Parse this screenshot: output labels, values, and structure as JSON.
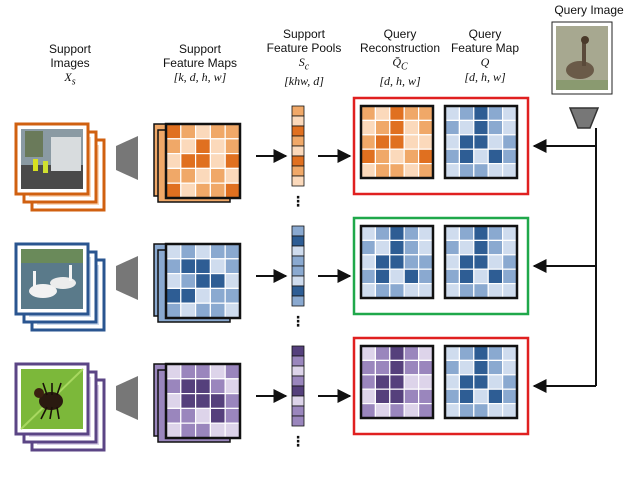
{
  "headers": {
    "support_images": {
      "line1": "Support",
      "line2": "Images",
      "math": "X",
      "math_sub": "s"
    },
    "support_maps": {
      "line1": "Support",
      "line2": "Feature Maps",
      "math": "[k, d, h, w]"
    },
    "feature_pools": {
      "line1": "Support",
      "line2": "Feature Pools",
      "math": "S",
      "math_sub": "c",
      "math2": "[khw, d]"
    },
    "query_recon": {
      "line1": "Query",
      "line2": "Reconstruction",
      "math": "Q̄",
      "math_sub": "C",
      "math2": "[d, h, w]"
    },
    "query_map": {
      "line1": "Query",
      "line2": "Feature Map",
      "math": "Q",
      "math2": "[d, h, w]"
    }
  },
  "query_image_label": "Query Image",
  "vertical_ellipsis": "⋮",
  "colors": {
    "orange_dark": "#e07020",
    "orange_mid": "#f0a868",
    "orange_light": "#fbd9bb",
    "blue_dark": "#2e5d94",
    "blue_mid": "#8aa9d0",
    "blue_light": "#cfdcee",
    "purple_dark": "#55407c",
    "purple_mid": "#9a86bd",
    "purple_light": "#ddd4ea",
    "match_border": "#1fa84a",
    "mismatch_border": "#e02020",
    "encoder": "#777777"
  },
  "rows": [
    {
      "class_name": "orange",
      "image_icon": "truck-workers-photo",
      "result": "mismatch",
      "support_map": [
        [
          0,
          1,
          2,
          1,
          1
        ],
        [
          1,
          2,
          0,
          2,
          1
        ],
        [
          2,
          0,
          0,
          2,
          0
        ],
        [
          1,
          1,
          2,
          1,
          2
        ],
        [
          0,
          2,
          1,
          1,
          0
        ]
      ],
      "pool": [
        1,
        2,
        0,
        1,
        2,
        0,
        1,
        2
      ],
      "recon": [
        [
          1,
          2,
          0,
          1,
          1
        ],
        [
          2,
          1,
          0,
          2,
          1
        ],
        [
          1,
          0,
          0,
          2,
          2
        ],
        [
          0,
          1,
          2,
          1,
          0
        ],
        [
          2,
          1,
          1,
          2,
          1
        ]
      ],
      "query_map": [
        [
          2,
          1,
          0,
          1,
          2
        ],
        [
          1,
          2,
          0,
          1,
          2
        ],
        [
          2,
          0,
          0,
          2,
          1
        ],
        [
          1,
          0,
          2,
          0,
          1
        ],
        [
          2,
          1,
          1,
          2,
          2
        ]
      ]
    },
    {
      "class_name": "blue",
      "image_icon": "geese-photo",
      "result": "match",
      "support_map": [
        [
          2,
          1,
          2,
          1,
          1
        ],
        [
          1,
          0,
          0,
          2,
          1
        ],
        [
          2,
          1,
          0,
          0,
          2
        ],
        [
          0,
          0,
          2,
          1,
          1
        ],
        [
          1,
          2,
          1,
          1,
          2
        ]
      ],
      "pool": [
        1,
        0,
        2,
        1,
        1,
        2,
        0,
        1
      ],
      "recon": [
        [
          2,
          1,
          0,
          1,
          2
        ],
        [
          1,
          2,
          0,
          1,
          2
        ],
        [
          2,
          0,
          0,
          1,
          1
        ],
        [
          1,
          0,
          2,
          0,
          1
        ],
        [
          2,
          1,
          1,
          2,
          2
        ]
      ],
      "query_map": [
        [
          2,
          1,
          0,
          1,
          2
        ],
        [
          1,
          2,
          0,
          1,
          2
        ],
        [
          2,
          0,
          0,
          2,
          1
        ],
        [
          1,
          0,
          2,
          0,
          1
        ],
        [
          2,
          1,
          1,
          2,
          2
        ]
      ]
    },
    {
      "class_name": "purple",
      "image_icon": "beetle-photo",
      "result": "mismatch",
      "support_map": [
        [
          2,
          1,
          1,
          2,
          1
        ],
        [
          1,
          0,
          0,
          1,
          2
        ],
        [
          2,
          0,
          0,
          0,
          1
        ],
        [
          1,
          1,
          2,
          0,
          1
        ],
        [
          2,
          1,
          1,
          2,
          2
        ]
      ],
      "pool": [
        0,
        1,
        2,
        1,
        0,
        2,
        1,
        1
      ],
      "recon": [
        [
          2,
          1,
          0,
          1,
          2
        ],
        [
          1,
          1,
          0,
          1,
          1
        ],
        [
          1,
          0,
          0,
          2,
          2
        ],
        [
          2,
          0,
          0,
          1,
          1
        ],
        [
          1,
          2,
          1,
          2,
          1
        ]
      ],
      "query_map": [
        [
          2,
          1,
          0,
          1,
          2
        ],
        [
          1,
          2,
          0,
          1,
          2
        ],
        [
          2,
          0,
          0,
          2,
          1
        ],
        [
          1,
          0,
          2,
          0,
          1
        ],
        [
          2,
          1,
          1,
          2,
          2
        ]
      ]
    }
  ]
}
